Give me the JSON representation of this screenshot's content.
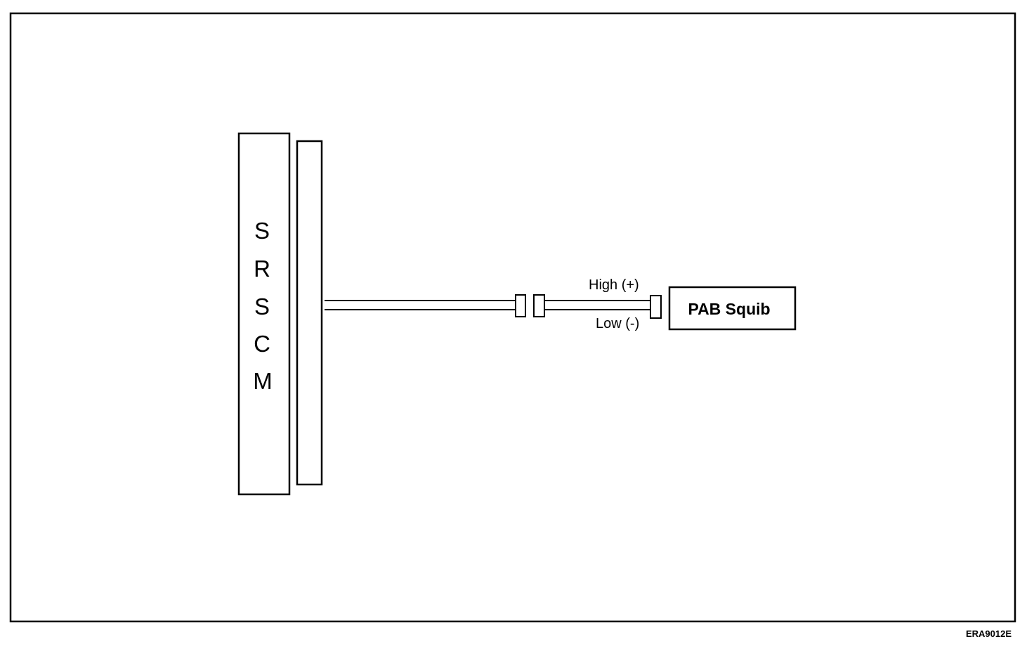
{
  "module": {
    "letters": [
      "S",
      "R",
      "S",
      "C",
      "M"
    ]
  },
  "wires": {
    "high_label": "High (+)",
    "low_label": "Low (-)"
  },
  "component": {
    "label": "PAB Squib"
  },
  "figure_code": "ERA9012E",
  "colors": {
    "ink": "#000000",
    "paper": "#ffffff"
  }
}
